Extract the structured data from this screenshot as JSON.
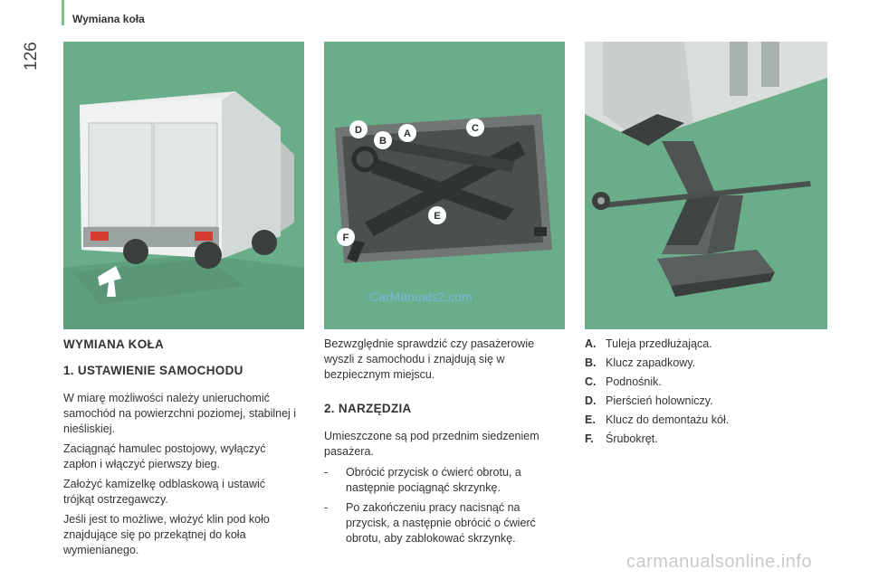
{
  "header": {
    "section_title": "Wymiana koła",
    "page_number": "126"
  },
  "watermark": "CarManuals2.com",
  "footer_watermark": "carmanualsonline.info",
  "column1": {
    "title": "WYMIANA KOŁA",
    "subtitle": "1. USTAWIENIE SAMOCHODU",
    "paragraphs": [
      "W miarę możliwości należy unieruchomić samochód na powierzchni poziomej, stabilnej i nieśliskiej.",
      "Zaciągnąć hamulec postojowy, wyłączyć zapłon i włączyć pierwszy bieg.",
      "Założyć kamizelkę odblaskową i ustawić trójkąt ostrzegawczy.",
      "Jeśli jest to możliwe, włożyć klin pod koło znajdujące się po przekątnej do koła wymienianego."
    ]
  },
  "column2": {
    "intro": "Bezwzględnie sprawdzić czy pasażerowie wyszli z samochodu i znajdują się w bezpiecznym miejscu.",
    "subtitle": "2. NARZĘDZIA",
    "paragraph": "Umieszczone są pod przednim siedzeniem pasażera.",
    "steps": [
      {
        "dash": "-",
        "text": "Obrócić przycisk o ćwierć obrotu, a następnie pociągnąć skrzynkę."
      },
      {
        "dash": "-",
        "text": "Po zakończeniu pracy nacisnąć na przycisk, a następnie obrócić o ćwierć obrotu, aby zablokować skrzynkę."
      }
    ]
  },
  "column3": {
    "legend": [
      {
        "key": "A.",
        "text": "Tuleja przedłużająca."
      },
      {
        "key": "B.",
        "text": "Klucz zapadkowy."
      },
      {
        "key": "C.",
        "text": "Podnośnik."
      },
      {
        "key": "D.",
        "text": "Pierścień holowniczy."
      },
      {
        "key": "E.",
        "text": "Klucz do demontażu kół."
      },
      {
        "key": "F.",
        "text": "Śrubokręt."
      }
    ]
  },
  "tool_labels": {
    "a": "A",
    "b": "B",
    "c": "C",
    "d": "D",
    "e": "E",
    "f": "F"
  },
  "colors": {
    "panel_green": "#6aad8a",
    "accent_bar": "#7fbf8f",
    "label_fill": "#ffffff"
  }
}
